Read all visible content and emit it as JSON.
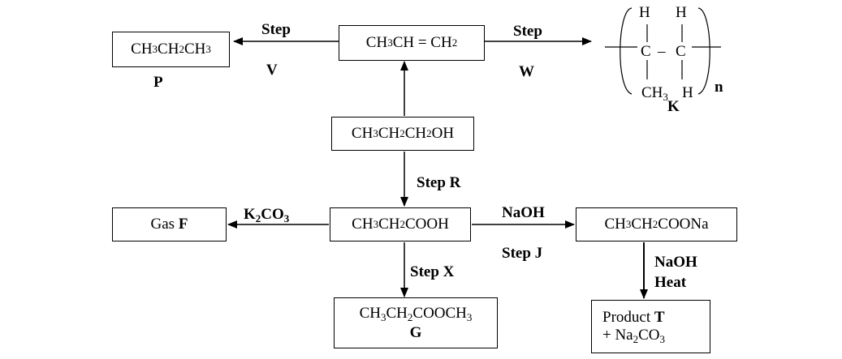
{
  "nodes": {
    "propane": {
      "parts": [
        "CH",
        "3",
        "CH",
        "2",
        "CH",
        "3"
      ]
    },
    "propene": {
      "parts": [
        "CH",
        "3",
        "CH = CH",
        "2"
      ]
    },
    "propanol": {
      "parts": [
        "CH",
        "3",
        "CH",
        "2",
        "CH",
        "2",
        "OH"
      ]
    },
    "acid": {
      "parts": [
        "CH",
        "3",
        "CH",
        "2",
        "COOH"
      ]
    },
    "salt": {
      "parts": [
        "CH",
        "3",
        "CH",
        "2",
        "COONa"
      ]
    },
    "ester": {
      "parts": [
        "CH",
        "3",
        "CH",
        "2",
        "COOCH",
        "3"
      ],
      "letter": "G"
    },
    "gas": {
      "prefix": "Gas ",
      "letter": "F"
    },
    "product": {
      "prefix": "Product ",
      "letter": "T",
      "line2_parts": [
        "+ Na",
        "2",
        "CO",
        "3"
      ]
    }
  },
  "labels": {
    "P": "P",
    "step_v_top": "Step",
    "step_v_bottom": "V",
    "step_w_top": "Step",
    "step_w_bottom": "W",
    "step_r": "Step R",
    "step_x": "Step X",
    "step_j": "Step J",
    "naoh": "NaOH",
    "naoh_heat_1": "NaOH",
    "naoh_heat_2": "Heat",
    "k2co3": [
      "K",
      "2",
      "CO",
      "3"
    ]
  },
  "polymer": {
    "h1": "H",
    "h2": "H",
    "c1": "C",
    "dash": "–",
    "c2": "C",
    "ch3": [
      "CH",
      "3"
    ],
    "h3": "H",
    "n": "n",
    "K": "K"
  }
}
